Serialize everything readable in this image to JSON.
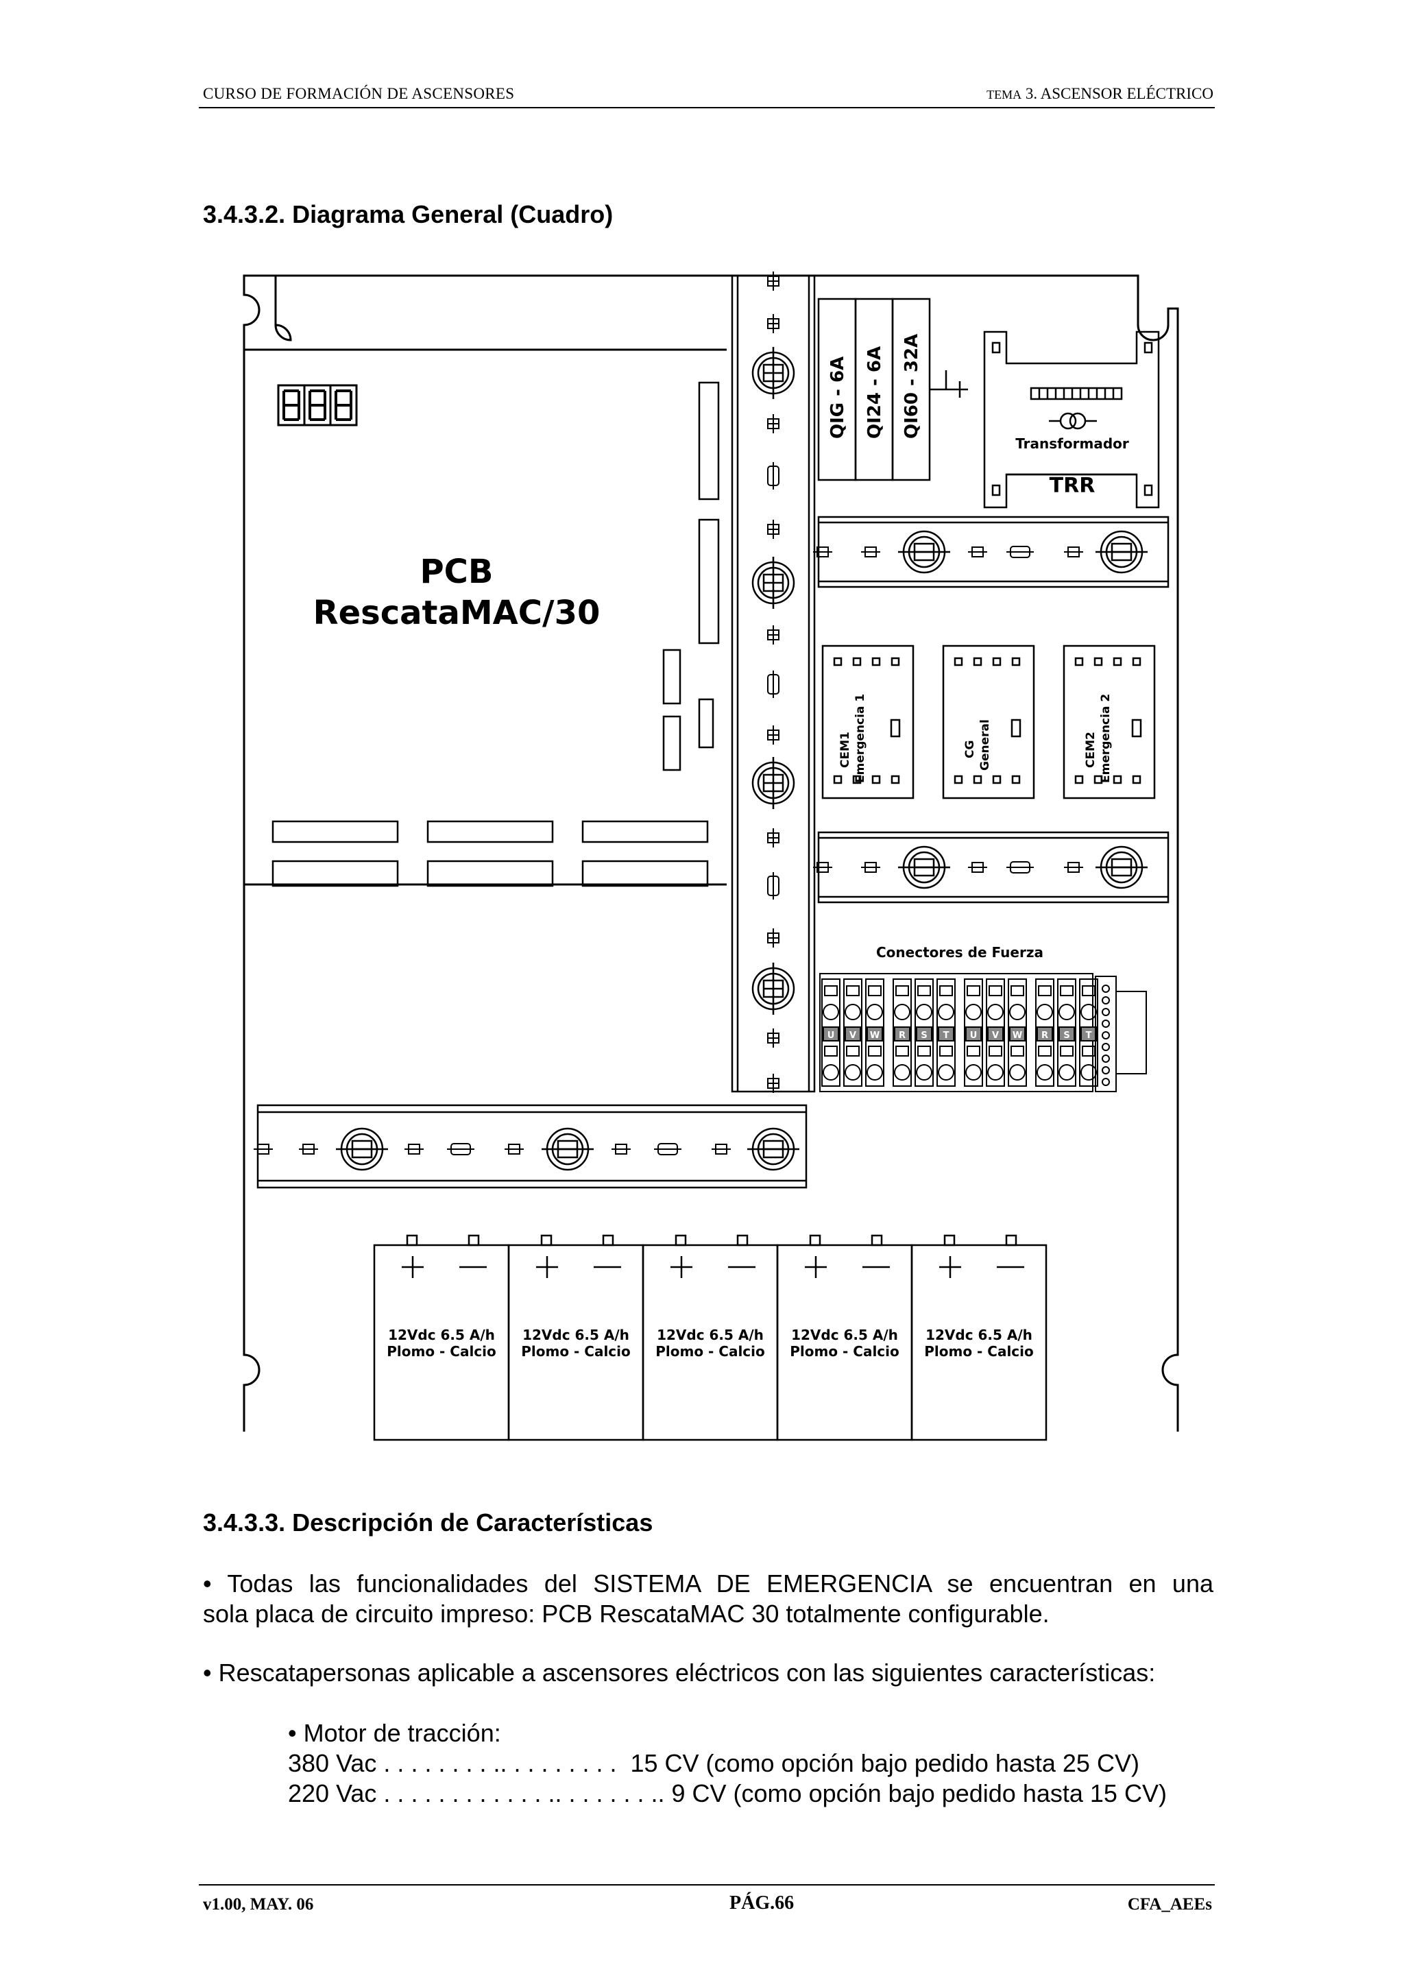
{
  "header": {
    "left": "CURSO DE FORMACIÓN DE ASCENSORES",
    "right_prefix": "TEMA",
    "right_main": "3. ASCENSOR ELÉCTRICO"
  },
  "section_diagram": {
    "title": "3.4.3.2.  Diagrama General (Cuadro)"
  },
  "diagram": {
    "display": "888",
    "pcb_line1": "PCB",
    "pcb_line2": "RescataMAC/30",
    "breakers": [
      "QIG - 6A",
      "QI24 - 6A",
      "QI60 - 32A"
    ],
    "transformer_label": "Transformador",
    "transformer_code": "TRR",
    "relays": [
      {
        "line1": "CEM1",
        "line2": "Emergencia 1"
      },
      {
        "line1": "CG",
        "line2": "General"
      },
      {
        "line1": "CEM2",
        "line2": "Emergencia 2"
      }
    ],
    "power_connectors_label": "Conectores de Fuerza",
    "terminal_letters": [
      "U",
      "V",
      "W",
      "R",
      "S",
      "T",
      "U",
      "V",
      "W",
      "R",
      "S",
      "T"
    ],
    "battery_label_1": "12Vdc 6.5 A/h",
    "battery_label_2": "Plomo - Calcio",
    "battery_count": 5
  },
  "section_features": {
    "title": "3.4.3.3. Descripción de Características"
  },
  "paragraphs": {
    "p1_line1": "• Todas las funcionalidades del SISTEMA DE EMERGENCIA se encuentran en una",
    "p1_line2": "sola placa de circuito impreso: PCB RescataMAC 30 totalmente configurable.",
    "p2": "• Rescatapersonas aplicable a ascensores eléctricos con las siguientes características:"
  },
  "motor": {
    "title": "• Motor de tracción:",
    "line1": "380 Vac . . . . . . . . .. . . . . . . . .  15 CV (como opción bajo pedido hasta 25 CV)",
    "line2": "220 Vac . . . . . . . . . . . . .. . . . . . . .. 9 CV (como opción bajo pedido hasta 15 CV)"
  },
  "footer": {
    "left": "v1.00, MAY. 06",
    "center": "PÁG.66",
    "right": "CFA_AEEs"
  }
}
